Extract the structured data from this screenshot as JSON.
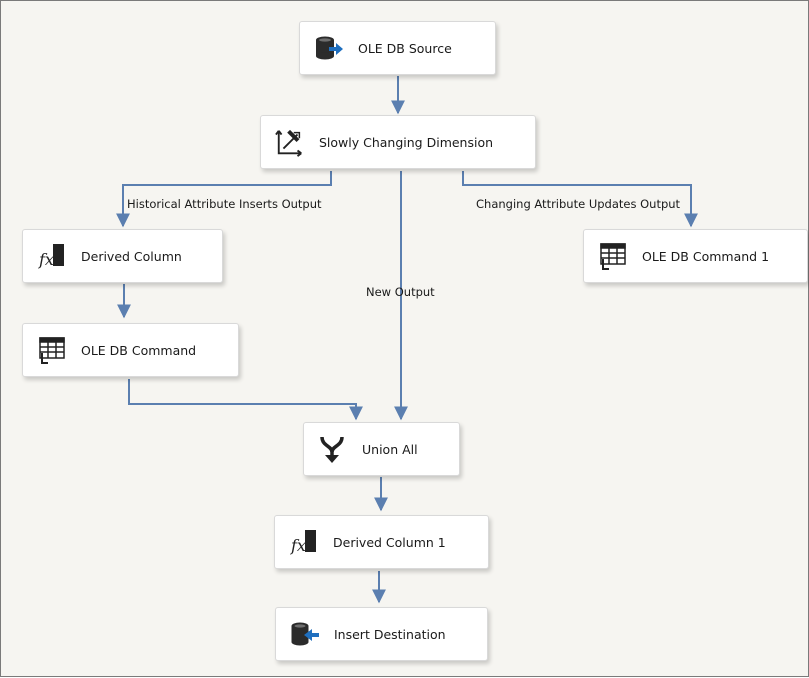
{
  "nodes": {
    "ole_db_source": {
      "label": "OLE DB Source",
      "icon": "database-source-icon"
    },
    "slowly_changing_dimension": {
      "label": "Slowly Changing Dimension",
      "icon": "scd-icon"
    },
    "derived_column": {
      "label": "Derived Column",
      "icon": "fx-icon"
    },
    "ole_db_command": {
      "label": "OLE DB Command",
      "icon": "table-command-icon"
    },
    "ole_db_command_1": {
      "label": "OLE DB Command 1",
      "icon": "table-command-icon"
    },
    "union_all": {
      "label": "Union All",
      "icon": "merge-arrow-icon"
    },
    "derived_column_1": {
      "label": "Derived Column 1",
      "icon": "fx-icon"
    },
    "insert_destination": {
      "label": "Insert Destination",
      "icon": "database-destination-icon"
    }
  },
  "flows": {
    "historical": "Historical Attribute Inserts Output",
    "changing": "Changing Attribute Updates Output",
    "new_output": "New Output"
  },
  "colors": {
    "connector": "#5b7fb0",
    "accent_blue": "#1f6fbf",
    "background": "#f6f5f1"
  }
}
